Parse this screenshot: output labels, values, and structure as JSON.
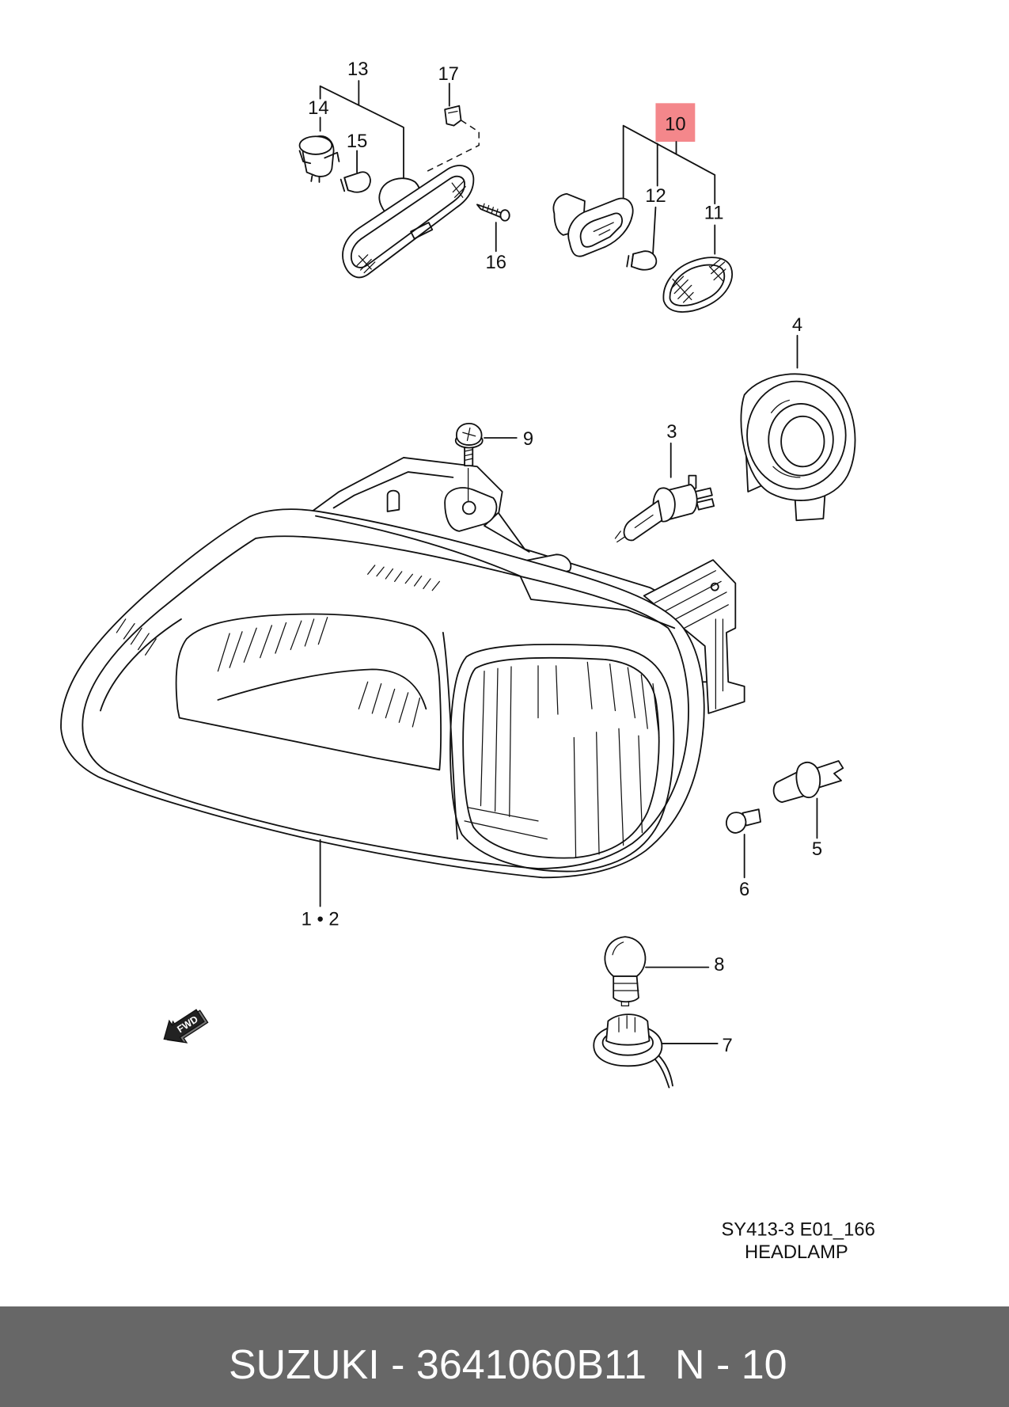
{
  "diagram": {
    "callouts": {
      "part_13": "13",
      "part_17": "17",
      "part_14": "14",
      "part_15": "15",
      "part_10": "10",
      "part_12": "12",
      "part_11": "11",
      "part_16": "16",
      "part_4": "4",
      "part_9": "9",
      "part_3": "3",
      "part_1_2": "1 • 2",
      "part_5": "5",
      "part_6": "6",
      "part_8": "8",
      "part_7": "7"
    },
    "highlight_color": "#f4878b",
    "fwd_arrow_label": "FWD",
    "drawing_code": "SY413-3 E01_166",
    "drawing_title": "HEADLAMP"
  },
  "footer": {
    "part_number": "SUZUKI - 3641060B11",
    "ref_label": "N - 10",
    "background_color": "#676767",
    "text_color": "#ffffff"
  }
}
